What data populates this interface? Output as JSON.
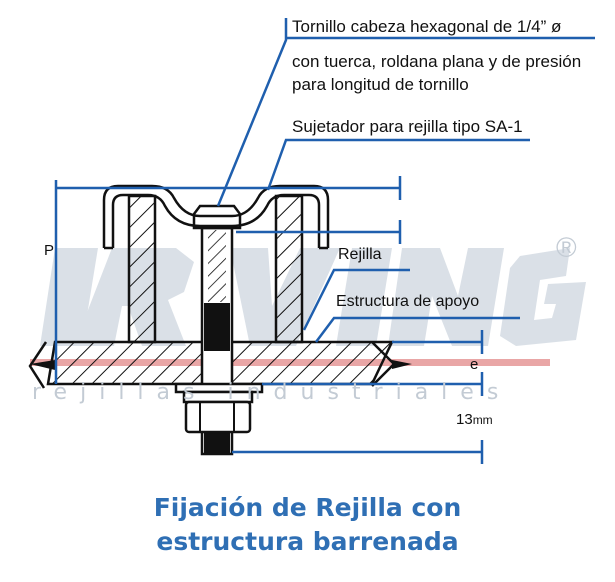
{
  "watermark": {
    "brand": "IRVING",
    "registered": "®",
    "subtitle": "rejillas industriales"
  },
  "labels": {
    "screw_line1": "Tornillo cabeza hexagonal de 1/4” ø",
    "screw_line2": "con tuerca, roldana plana y de presión",
    "screw_line3": "para longitud de tornillo",
    "fastener": "Sujetador para rejilla tipo SA-1",
    "grating": "Rejilla",
    "support": "Estructura de apoyo",
    "dim_p": "P",
    "dim_e": "e",
    "dim_13": "13",
    "dim_13_unit": "mm"
  },
  "caption": {
    "line1": "Fijación de Rejilla con",
    "line2": "estructura barrenada"
  },
  "colors": {
    "line": "#1f5fae",
    "stroke": "#111111",
    "watermark": "#c3cbd4",
    "watermark_fill": "#d4dbe3",
    "red_band": "#e9a6a6",
    "caption": "#2f6fb4"
  }
}
